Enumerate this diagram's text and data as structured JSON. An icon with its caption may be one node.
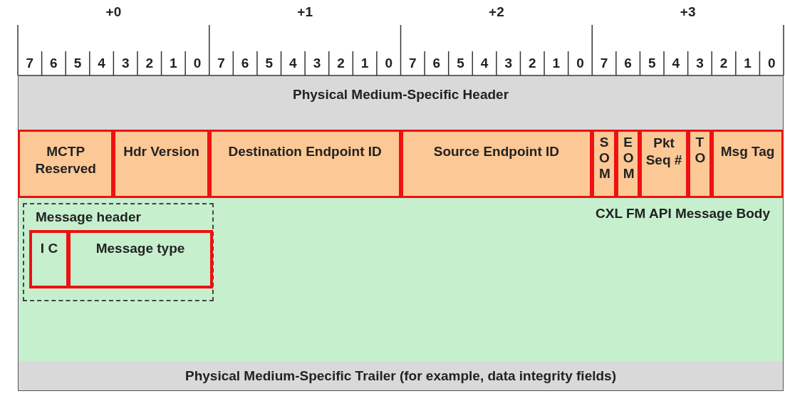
{
  "diagram": {
    "nodes": [
      {
        "text": [
          "Physical Medium-Specific Header"
        ]
      },
      {
        "text": [
          "MCTP Reserved"
        ]
      },
      {
        "text": [
          "Hdr Version"
        ]
      },
      {
        "text": [
          "Destination Endpoint ID"
        ]
      },
      {
        "text": [
          "Source Endpoint ID"
        ]
      },
      {
        "text": [
          "S O M"
        ]
      },
      {
        "text": [
          "E O M"
        ]
      },
      {
        "text": [
          "Pkt Seq #"
        ]
      },
      {
        "text": [
          "T O"
        ]
      },
      {
        "text": [
          "Msg Tag"
        ]
      },
      {
        "text": [
          "CXL FM API Message Body"
        ]
      },
      {
        "text": [
          "Message header"
        ],
        "in": 10
      },
      {
        "text": [
          "I C"
        ],
        "in": 11
      },
      {
        "text": [
          "Message type"
        ],
        "in": 11
      },
      {
        "text": [
          "Physical Medium-Specific Trailer (for example, data integrity fields)"
        ]
      }
    ],
    "labels": [
      "+0",
      "+1",
      "+2",
      "+3",
      "7",
      "6",
      "5",
      "4",
      "3",
      "2",
      "1",
      "0",
      "7",
      "6",
      "5",
      "4",
      "3",
      "2",
      "1",
      "0",
      "7",
      "6",
      "5",
      "4",
      "3",
      "2",
      "1",
      "0",
      "7",
      "6",
      "5",
      "4",
      "3",
      "2",
      "1",
      "0"
    ]
  }
}
